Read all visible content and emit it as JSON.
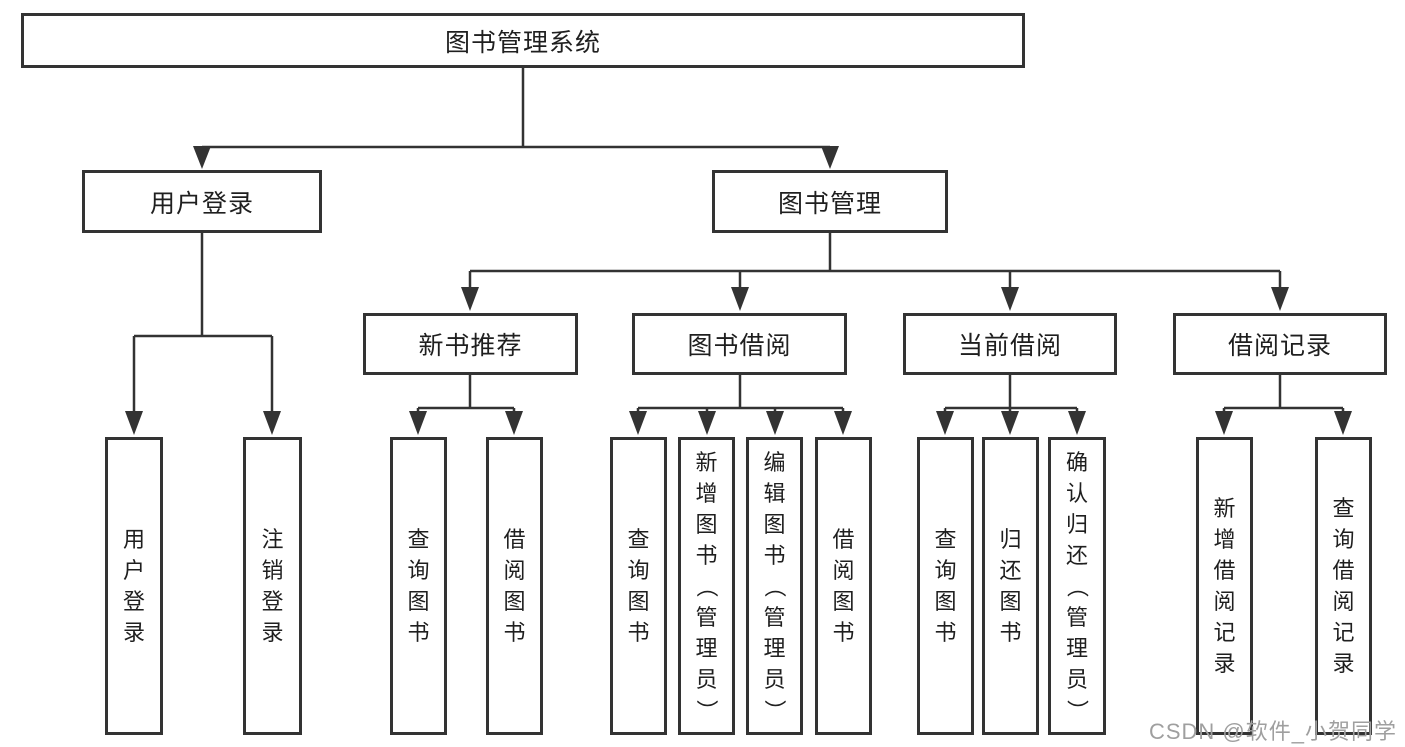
{
  "diagram": {
    "root": "图书管理系统",
    "user_login": {
      "label": "用户登录",
      "leaves": [
        "用户登录",
        "注销登录"
      ]
    },
    "book_mgmt": {
      "label": "图书管理",
      "sections": [
        {
          "label": "新书推荐",
          "leaves": [
            "查询图书",
            "借阅图书"
          ]
        },
        {
          "label": "图书借阅",
          "leaves": [
            "查询图书",
            "新增图书（管理员）",
            "编辑图书（管理员）",
            "借阅图书"
          ]
        },
        {
          "label": "当前借阅",
          "leaves": [
            "查询图书",
            "归还图书",
            "确认归还（管理员）"
          ]
        },
        {
          "label": "借阅记录",
          "leaves": [
            "新增借阅记录",
            "查询借阅记录"
          ]
        }
      ]
    },
    "colors": {
      "line": "#333333",
      "text": "#1f1f1f",
      "watermark": "#9f9f9f",
      "background": "#ffffff"
    }
  },
  "watermark": "CSDN @软件_小贺同学"
}
